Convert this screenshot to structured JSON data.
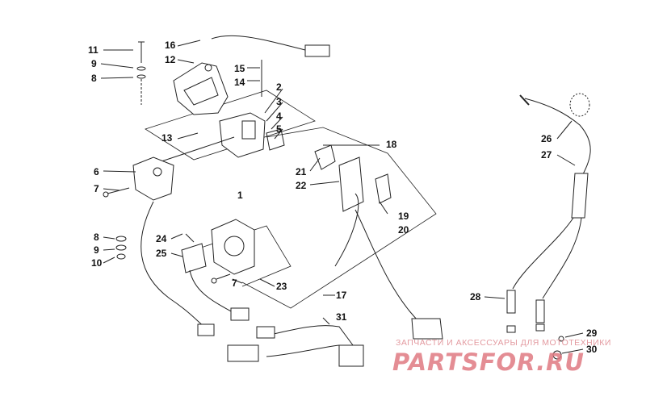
{
  "diagram": {
    "type": "parts-exploded-view",
    "callouts": {
      "c1": "1",
      "c2": "2",
      "c3": "3",
      "c4": "4",
      "c5": "5",
      "c6": "6",
      "c7a": "7",
      "c7b": "7",
      "c8a": "8",
      "c8b": "8",
      "c9a": "9",
      "c9b": "9",
      "c10": "10",
      "c11": "11",
      "c12": "12",
      "c13": "13",
      "c14": "14",
      "c15": "15",
      "c16": "16",
      "c17": "17",
      "c18": "18",
      "c19": "19",
      "c20": "20",
      "c21": "21",
      "c22": "22",
      "c23": "23",
      "c24": "24",
      "c25": "25",
      "c26": "26",
      "c27": "27",
      "c28": "28",
      "c29": "29",
      "c30": "30",
      "c31": "31"
    }
  },
  "watermark": {
    "tagline": "ЗАПЧАСТИ И АКСЕССУАРЫ ДЛЯ МОТОТЕХНИКИ",
    "logo": "PARTSFOR.RU",
    "color": "#e07a82"
  }
}
